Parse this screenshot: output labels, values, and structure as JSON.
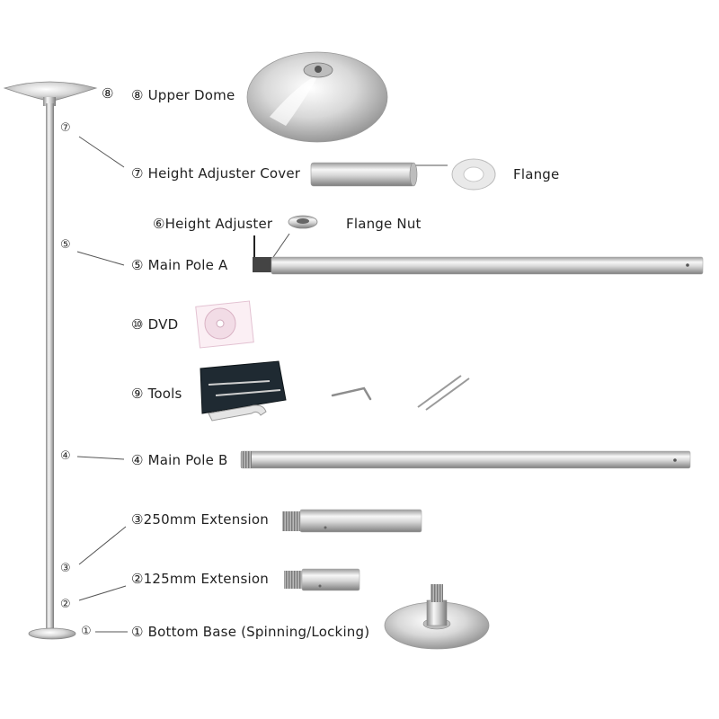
{
  "colors": {
    "metal_light": "#f4f4f4",
    "metal_mid": "#c8c8c8",
    "metal_dark": "#8a8a8a",
    "text": "#222222",
    "leader": "#555555"
  },
  "callouts": {
    "upper_dome": {
      "number": "⑧",
      "label": "⑧ Upper Dome"
    },
    "adjuster_cover": {
      "number": "⑦",
      "label": "⑦ Height Adjuster Cover"
    },
    "flange": {
      "label": "Flange"
    },
    "height_adjuster": {
      "label": "⑥Height Adjuster"
    },
    "flange_nut": {
      "label": "Flange Nut"
    },
    "pole_a": {
      "number": "⑤",
      "label": "⑤ Main Pole A"
    },
    "dvd": {
      "label": "⑩  DVD"
    },
    "tools": {
      "label": "⑨ Tools"
    },
    "pole_b": {
      "number": "④",
      "label": "④ Main Pole B"
    },
    "ext_250": {
      "number": "③",
      "label": "③250mm Extension"
    },
    "ext_125": {
      "number": "②",
      "label": "②125mm Extension"
    },
    "bottom_base": {
      "number": "①",
      "label": "① Bottom Base",
      "note": "(Spinning/Locking)"
    }
  }
}
